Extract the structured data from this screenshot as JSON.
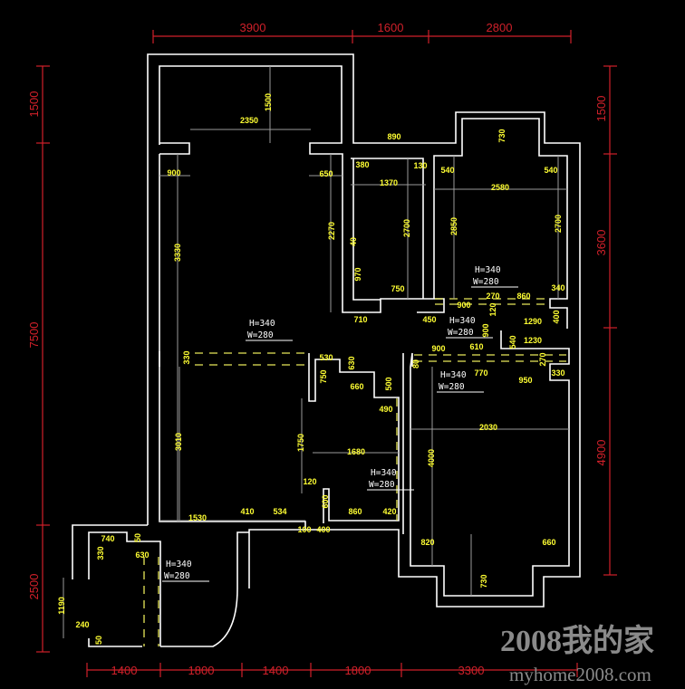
{
  "colors": {
    "wall": "#ffffff",
    "dimension_text": "#ffff33",
    "outer_dimension": "#d0202a",
    "background": "#000000"
  },
  "outer_dims": {
    "top": [
      "3900",
      "1600",
      "2800"
    ],
    "left": [
      "1500",
      "7500",
      "2500"
    ],
    "right": [
      "1500",
      "3600",
      "4900"
    ],
    "bottom": [
      "1400",
      "1800",
      "1400",
      "1800",
      "3300"
    ]
  },
  "dims": [
    "2350",
    "1500",
    "900",
    "650",
    "3330",
    "2270",
    "890",
    "380",
    "1370",
    "130",
    "2700",
    "40",
    "970",
    "750",
    "710",
    "450",
    "730",
    "540",
    "540",
    "2580",
    "2850",
    "2700",
    "340",
    "270",
    "860",
    "900",
    "120",
    "1290",
    "400",
    "900",
    "610",
    "900",
    "1230",
    "540",
    "270",
    "770",
    "950",
    "330",
    "80",
    "330",
    "530",
    "750",
    "630",
    "660",
    "500",
    "490",
    "3010",
    "1750",
    "1680",
    "120",
    "600",
    "410",
    "534",
    "860",
    "420",
    "1530",
    "100",
    "400",
    "2030",
    "4000",
    "820",
    "660",
    "730",
    "740",
    "50",
    "330",
    "630",
    "1190",
    "240",
    "50"
  ],
  "openings": [
    {
      "h": "H=340",
      "w": "W=280"
    },
    {
      "h": "H=340",
      "w": "W=280"
    },
    {
      "h": "H=340",
      "w": "W=280"
    },
    {
      "h": "H=340",
      "w": "W=280"
    },
    {
      "h": "H=340",
      "w": "W=280"
    },
    {
      "h": "H=340",
      "w": "W=280"
    }
  ],
  "watermark": {
    "title": "2008我的家",
    "url": "myhome2008.com"
  }
}
